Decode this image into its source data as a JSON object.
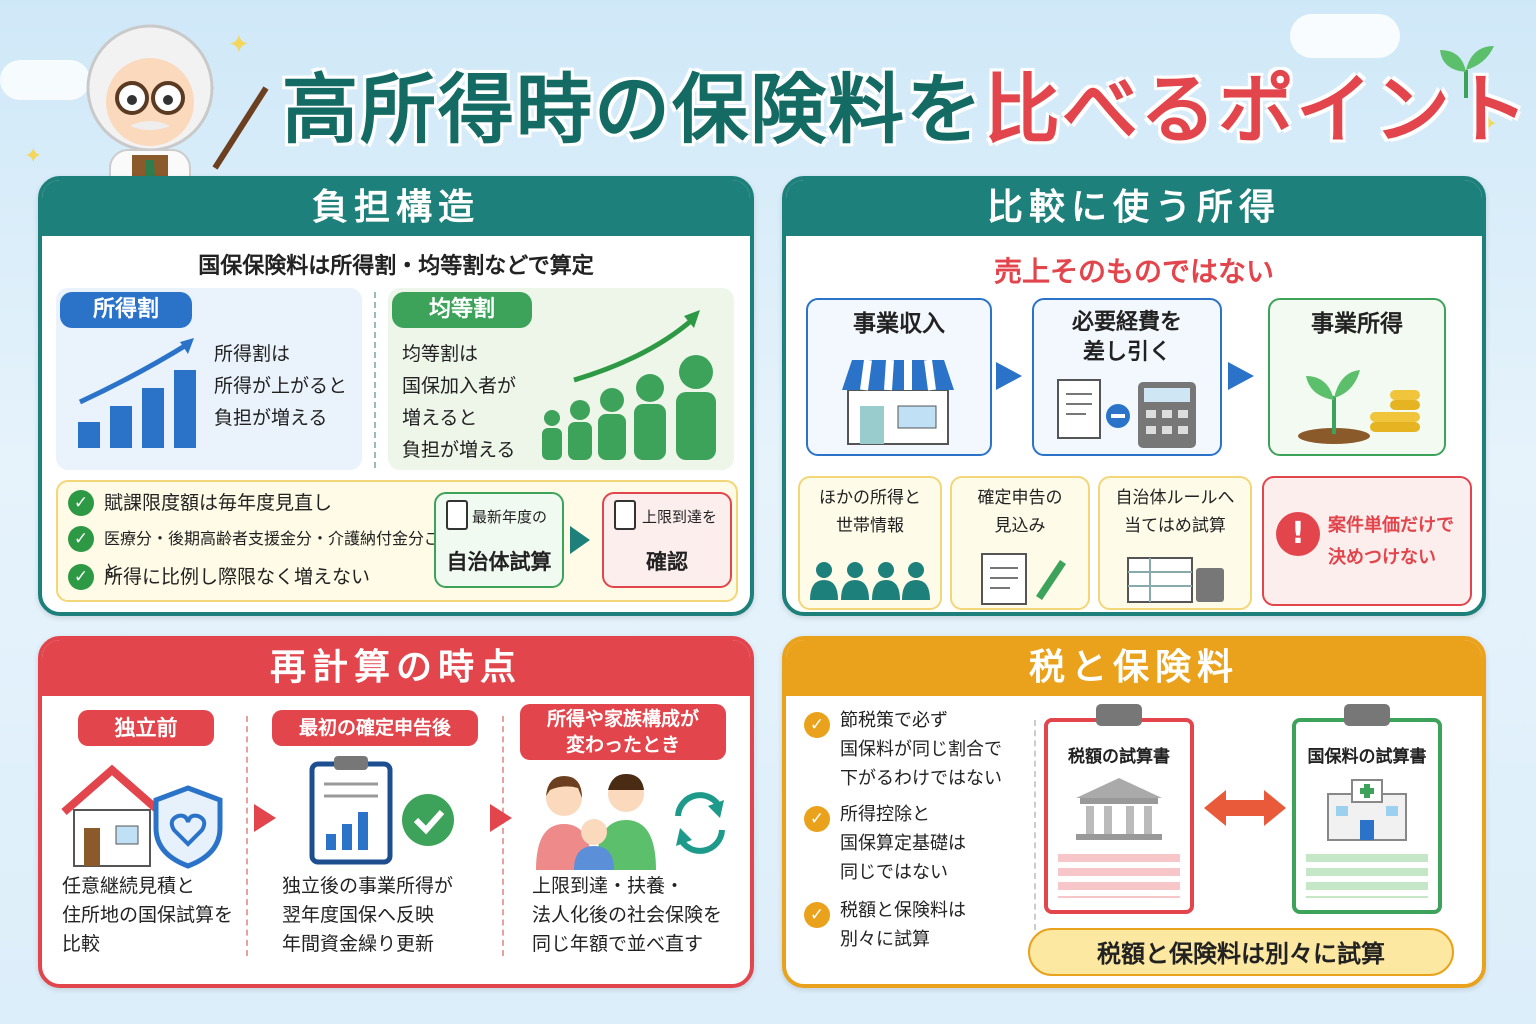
{
  "title": {
    "part1": "高所得時の保険料を",
    "part2": "比べるポイント"
  },
  "burden": {
    "heading": "負担構造",
    "subtitle": "国保保険料は所得割・均等割などで算定",
    "income_tag": "所得割",
    "income_text": "所得割は\n所得が上がると\n負担が増える",
    "equal_tag": "均等割",
    "equal_text": "均等割は\n国保加入者が\n増えると\n負担が増える",
    "checks": [
      "賦課限度額は毎年度見直し",
      "医療分・後期高齢者支援金分・介護納付金分ごと",
      "所得に比例し際限なく増えない"
    ],
    "calc_box": {
      "top": "最新年度の",
      "bottom": "自治体試算"
    },
    "confirm_box": {
      "top": "上限到達を",
      "bottom": "確認"
    }
  },
  "income_compare": {
    "heading": "比較に使う所得",
    "callout": "売上そのものではない",
    "flow": [
      "事業収入",
      "必要経費を\n差し引く",
      "事業所得"
    ],
    "cards": [
      "ほかの所得と\n世帯情報",
      "確定申告の\n見込み",
      "自治体ルールへ\n当てはめ試算"
    ],
    "warning": "案件単価だけで\n決めつけない"
  },
  "recalc": {
    "heading": "再計算の時点",
    "steps": [
      {
        "label": "独立前",
        "text": "任意継続見積と\n住所地の国保試算を\n比較"
      },
      {
        "label": "最初の確定申告後",
        "text": "独立後の事業所得が\n翌年度国保へ反映\n年間資金繰り更新"
      },
      {
        "label": "所得や家族構成が\n変わったとき",
        "text": "上限到達・扶養・\n法人化後の社会保険を\n同じ年額で並べ直す"
      }
    ]
  },
  "tax": {
    "heading": "税と保険料",
    "checks": [
      "節税策で必ず\n国保料が同じ割合で\n下がるわけではない",
      "所得控除と\n国保算定基礎は\n同じではない",
      "税額と保険料は\n別々に試算"
    ],
    "doc_left": "税額の試算書",
    "doc_right": "国保料の試算書",
    "banner": "税額と保険料は別々に試算"
  },
  "colors": {
    "teal": "#1d807a",
    "red": "#e2454c",
    "orange": "#eaa21c",
    "blue": "#2a73c9",
    "green": "#2e9945"
  }
}
